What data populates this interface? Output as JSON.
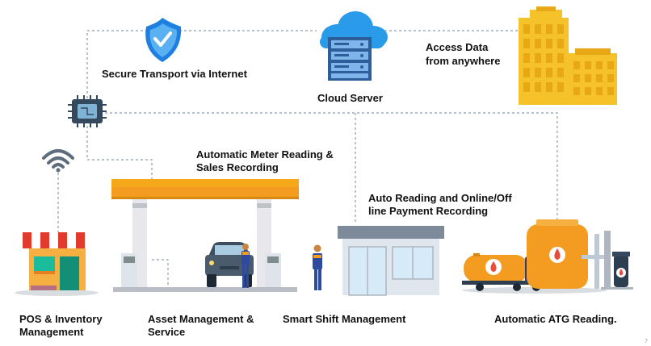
{
  "labels": {
    "secure_transport": "Secure Transport via Internet",
    "cloud_server": "Cloud Server",
    "access_data_1": "Access Data",
    "access_data_2": "from anywhere",
    "meter_reading_1": "Automatic Meter Reading &",
    "meter_reading_2": "Sales Recording",
    "auto_reading_1": "Auto Reading and Online/Off",
    "auto_reading_2": "line Payment  Recording",
    "pos_1": "POS & Inventory",
    "pos_2": "Management",
    "asset_1": "Asset Management &",
    "asset_2": "Service",
    "smart_shift": "Smart Shift Management",
    "atg": "Automatic ATG Reading."
  },
  "page_number": "7",
  "icons": [
    "shield-check-icon",
    "cloud-server-icon",
    "office-building-icon",
    "microchip-icon",
    "wifi-icon",
    "shop-icon",
    "fuel-station-icon",
    "car-icon",
    "attendant-icon",
    "kiosk-building-icon",
    "fuel-tanker-truck-icon",
    "storage-tank-icon"
  ],
  "colors": {
    "accent_orange": "#f39c1f",
    "shield_blue": "#1e7fe0",
    "cloud_blue": "#2a9be8",
    "building_yellow": "#f6c22a",
    "roof_red": "#e23b2e",
    "connector_gray": "#7a8694"
  }
}
